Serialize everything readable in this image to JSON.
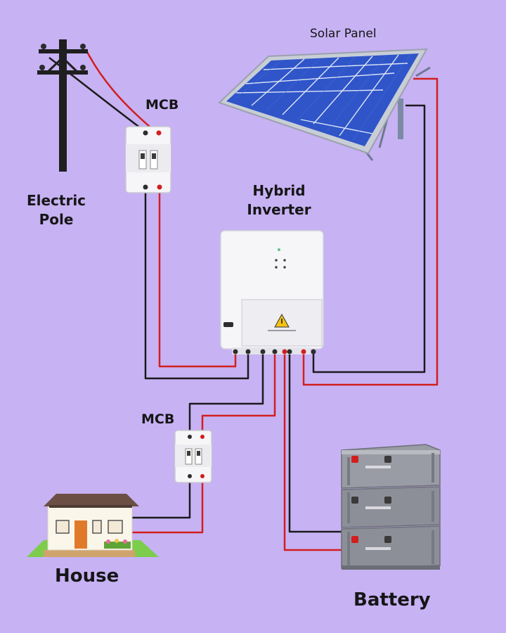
{
  "labels": {
    "solar_panel": "Solar Panel",
    "mcb_top": "MCB",
    "electric_pole_line1": "Electric",
    "electric_pole_line2": "Pole",
    "hybrid_inverter_line1": "Hybrid",
    "hybrid_inverter_line2": "Inverter",
    "mcb_bottom": "MCB",
    "house": "House",
    "battery": "Battery"
  },
  "colors": {
    "background": "#c7b2f4",
    "wire_live": "#d11f1f",
    "wire_neutral": "#1b1b1b",
    "solar_cell": "#2f55c9",
    "frame": "#b8bcc4",
    "device_white": "#f6f6f8",
    "battery_body": "#8d8f98",
    "warning": "#f3c214"
  },
  "icons": [
    "utility-pole-icon",
    "solar-panel-icon",
    "breaker-icon",
    "inverter-icon",
    "warning-icon",
    "house-icon",
    "battery-stack-icon"
  ]
}
